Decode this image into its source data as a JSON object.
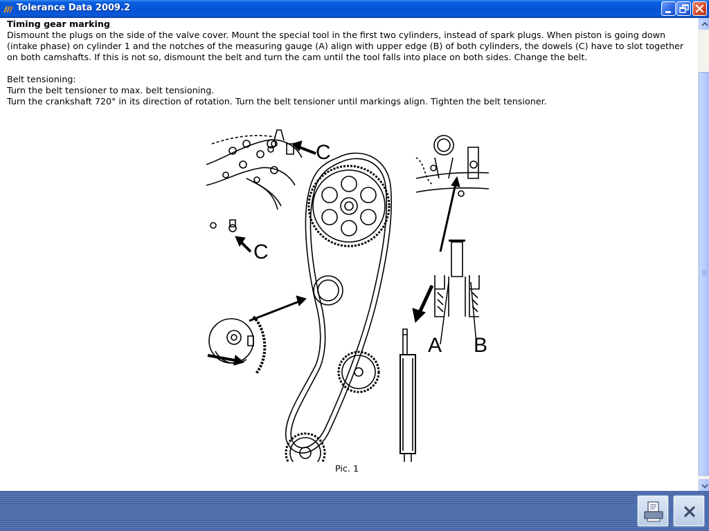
{
  "window": {
    "title": "Tolerance Data 2009.2",
    "icon": "app-logo-icon",
    "controls": [
      "minimize-icon",
      "restore-icon",
      "close-icon"
    ]
  },
  "document": {
    "heading": "Timing gear marking",
    "paragraph1": "Dismount the plugs on the side of the valve cover. Mount the special tool in the first two cylinders, instead of spark plugs. When piston is going down (intake phase) on cylinder 1 and the notches of the measuring gauge (A) align with upper edge (B) of both cylinders, the dowels (C) have to slot together on both camshafts. If this is not so, dismount the belt and turn the cam until the tool falls into place on both sides. Change the belt.",
    "subheading": "Belt tensioning:",
    "step1": "Turn the belt tensioner to max. belt tensioning.",
    "step2": "Turn the crankshaft 720° in its direction of rotation. Turn the belt tensioner until markings align. Tighten the belt tensioner.",
    "figure_caption": "Pic. 1",
    "figure_labels": {
      "a": "A",
      "b": "B",
      "c_top": "C",
      "c_bottom": "C"
    }
  },
  "footer": {
    "buttons": [
      {
        "name": "print-button",
        "icon": "printer-icon"
      },
      {
        "name": "close-button",
        "icon": "x-icon"
      }
    ]
  },
  "colors": {
    "titlebar": "#0553d6",
    "footer": "#4a6aa8",
    "scrollbar": "#b4cbfb"
  }
}
